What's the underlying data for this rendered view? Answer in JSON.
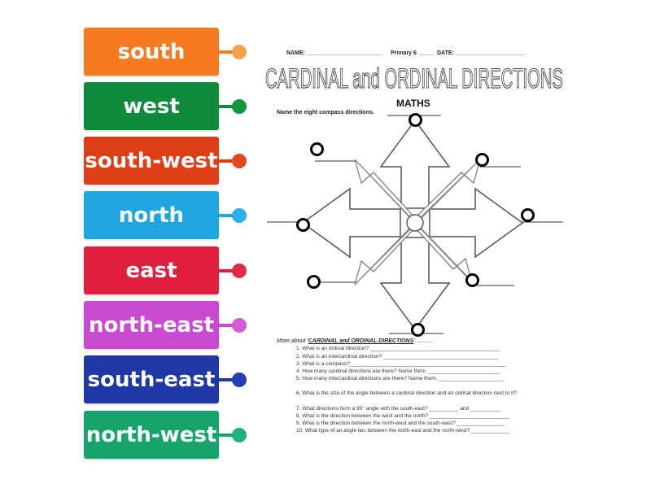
{
  "tiles": [
    {
      "label": "south",
      "color": "#f47b20",
      "dot": "#f7a24a"
    },
    {
      "label": "west",
      "color": "#108a3d",
      "dot": "#12973e"
    },
    {
      "label": "south-west",
      "color": "#de3d15",
      "dot": "#e04a1e"
    },
    {
      "label": "north",
      "color": "#1fa6df",
      "dot": "#2bb0e8"
    },
    {
      "label": "east",
      "color": "#e01e3f",
      "dot": "#e52a46"
    },
    {
      "label": "north-east",
      "color": "#c949d1",
      "dot": "#d45cdb"
    },
    {
      "label": "south-east",
      "color": "#1f38a8",
      "dot": "#2240b4"
    },
    {
      "label": "north-west",
      "color": "#17a46c",
      "dot": "#1eb17a"
    }
  ],
  "worksheet": {
    "header_name": "NAME: ________________________",
    "header_class": "Primary 6 _____",
    "header_date": "DATE: ______________________",
    "title": "CARDINAL and ORDINAL DIRECTIONS",
    "subject": "MATHS",
    "instruction": "Name the eight compass directions.",
    "more_prefix": "More about '",
    "more_title": "CARDINAL and ORDINAL DIRECTIONS",
    "more_suffix": "'............",
    "questions": [
      "1.   What is an ordinal direction? ____________________________________________",
      "2.   What is an intercardinal direction? _______________________________________",
      "3.   What is a compass?_____________________________________________________",
      "4.   How many cardinal directions are there?  Name them. ________________________",
      "5.   How many intercardinal directions are there?  Name them. ______________________",
      "6.   What is the size of the angle between a cardinal direction and an ordinal direction next to it?",
      "7.   What directions form a 90° angle with the south-east? __________ and __________",
      "8.   What is the direction between the west and the north? ___________________________",
      "9.   What is the direction between the north-west and the south-west? ________________",
      "10. What type of an angle lies between the north-east and the north-west? _____________"
    ]
  }
}
